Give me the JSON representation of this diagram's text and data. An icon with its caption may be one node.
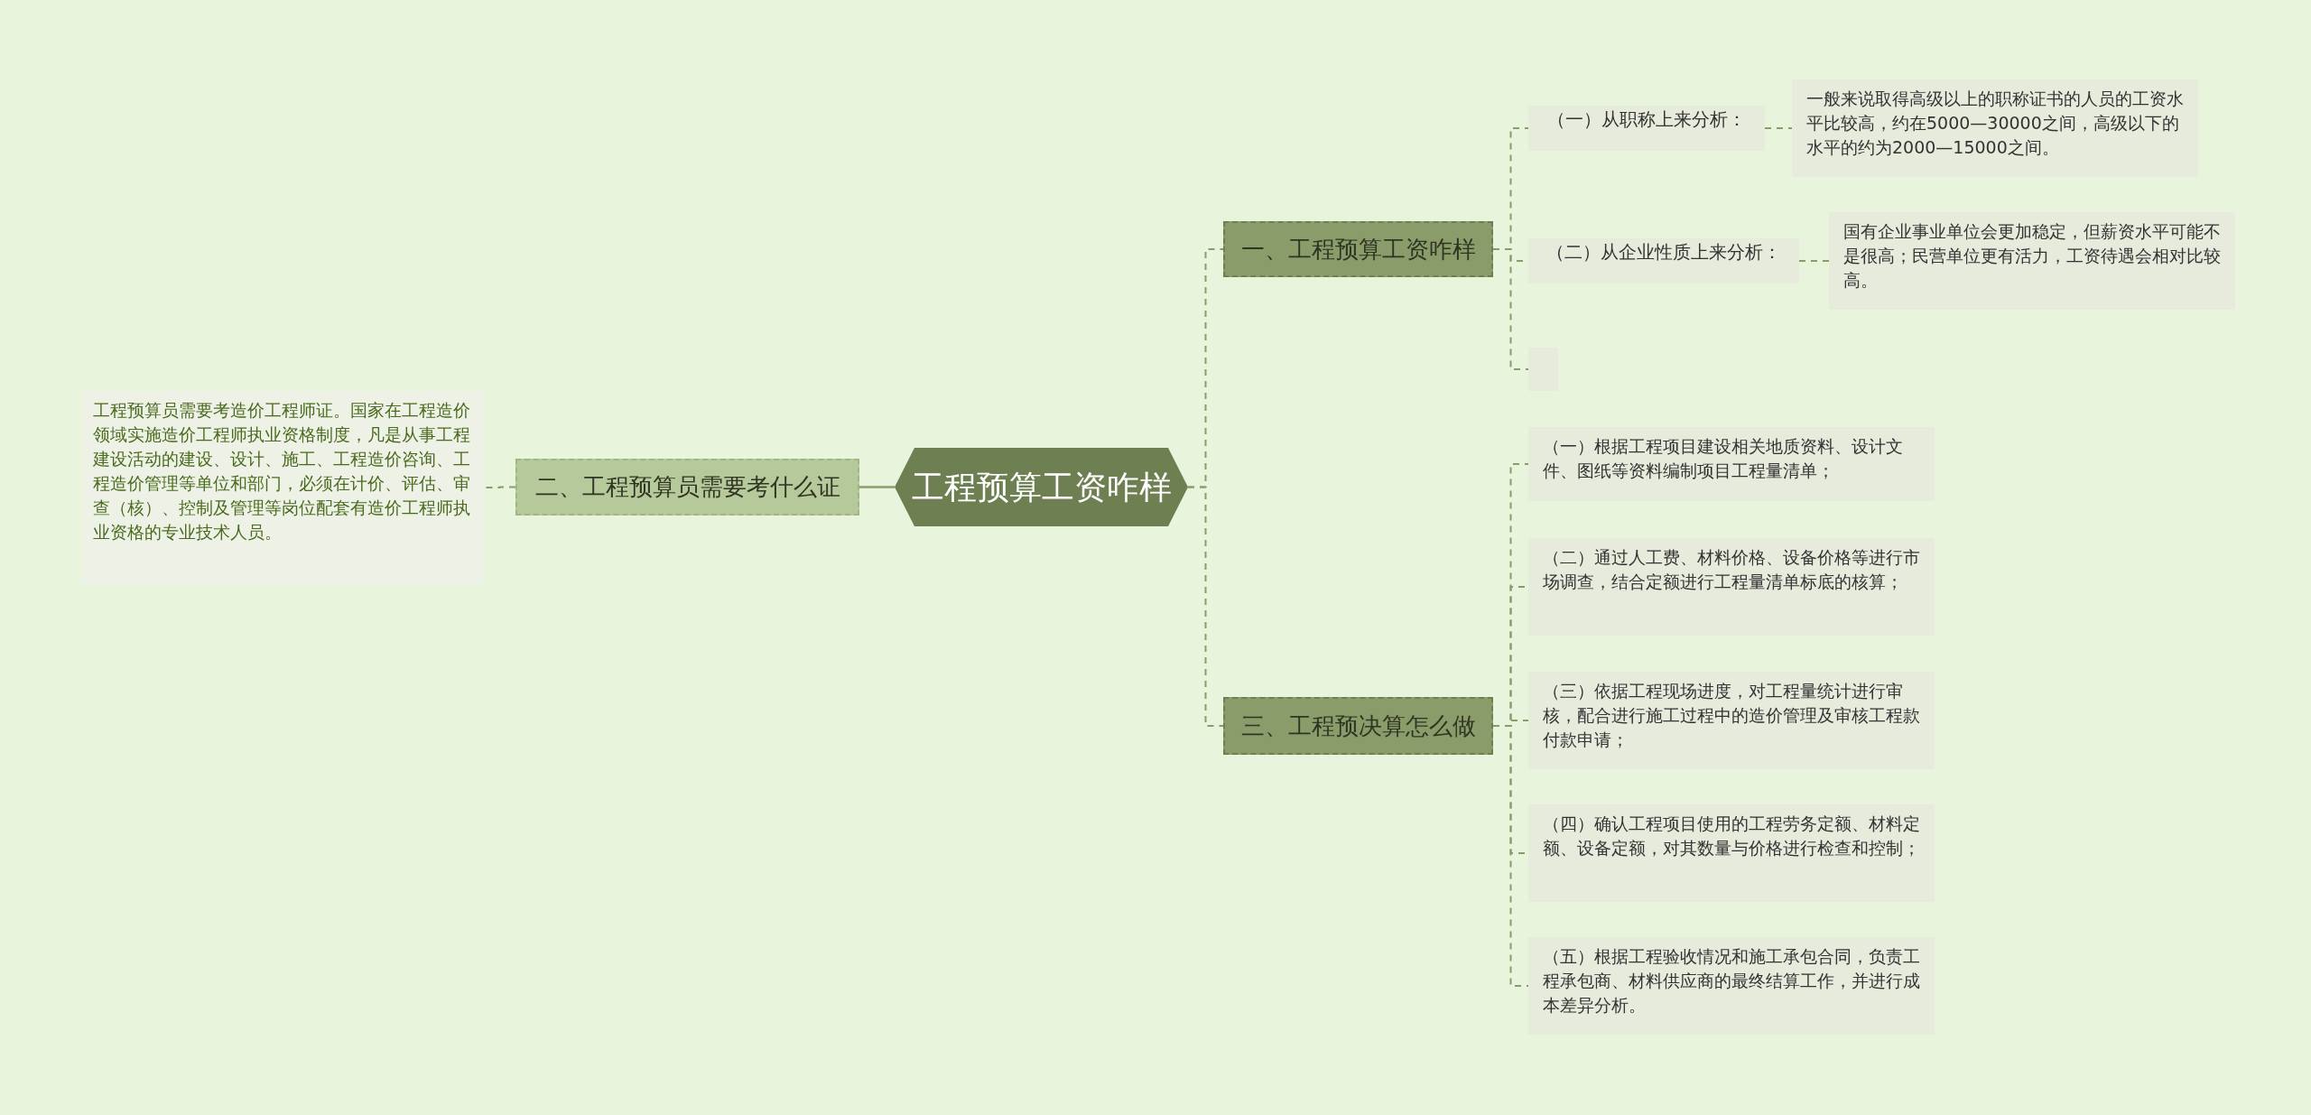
{
  "diagram": {
    "nodes": [
      {
        "text": [
          "工程预算工资咋样"
        ]
      },
      {
        "text": [
          "一、工程预算工资咋样"
        ]
      },
      {
        "text": [
          "（一）从职称上来分析："
        ]
      },
      {
        "text": [
          "一般来说取得高级以上的职称证书的人员的工资水平比较高，约在5000—30000之间，高级以下的水平的约为2000—15000之间。"
        ]
      },
      {
        "text": [
          "（二）从企业性质上来分析："
        ]
      },
      {
        "text": [
          "国有企业事业单位会更加稳定，但薪资水平可能不是很高；民营单位更有活力，工资待遇会相对比较高。"
        ]
      },
      {
        "text": [],
        "shape": "box"
      },
      {
        "text": [
          "三、工程预决算怎么做"
        ]
      },
      {
        "text": [
          "（一）根据工程项目建设相关地质资料、设计文件、图纸等资料编制项目工程量清单；"
        ]
      },
      {
        "text": [
          "（二）通过人工费、材料价格、设备价格等进行市场调查，结合定额进行工程量清单标底的核算；"
        ]
      },
      {
        "text": [
          "（三）依据工程现场进度，对工程量统计进行审核，配合进行施工过程中的造价管理及审核工程款付款申请；"
        ]
      },
      {
        "text": [
          "（四）确认工程项目使用的工程劳务定额、材料定额、设备定额，对其数量与价格进行检查和控制；"
        ]
      },
      {
        "text": [
          "（五）根据工程验收情况和施工承包合同，负责工程承包商、材料供应商的最终结算工作，并进行成本差异分析。"
        ]
      },
      {
        "text": [
          "二、工程预算员需要考什么证"
        ]
      },
      {
        "text": [
          "工程预算员需要考造价工程师证。国家在工程造价领域实施造价工程师执业资格制度，凡是从事工程建设活动的建设、设计、施工、工程造价咨询、工程造价管理等单位和部门，必须在计价、评估、审查（核）、控制及管理等岗位配套有造价工程师执业资格的专业技术人员。"
        ]
      }
    ],
    "edges": [
      {
        "from": 0,
        "to": 1,
        "arrow": "none",
        "style": "dashed"
      },
      {
        "from": 1,
        "to": 2,
        "arrow": "none",
        "style": "dashed"
      },
      {
        "from": 2,
        "to": 3,
        "arrow": "none",
        "style": "dashed"
      },
      {
        "from": 1,
        "to": 4,
        "arrow": "none",
        "style": "dashed"
      },
      {
        "from": 4,
        "to": 5,
        "arrow": "none",
        "style": "dashed"
      },
      {
        "from": 1,
        "to": 6,
        "arrow": "none",
        "style": "dashed"
      },
      {
        "from": 0,
        "to": 7,
        "arrow": "none",
        "style": "dashed"
      },
      {
        "from": 7,
        "to": 8,
        "arrow": "none",
        "style": "dashed"
      },
      {
        "from": 7,
        "to": 9,
        "arrow": "none",
        "style": "dashed"
      },
      {
        "from": 7,
        "to": 10,
        "arrow": "none",
        "style": "dashed"
      },
      {
        "from": 7,
        "to": 11,
        "arrow": "none",
        "style": "dashed"
      },
      {
        "from": 7,
        "to": 12,
        "arrow": "none",
        "style": "dashed"
      },
      {
        "from": 0,
        "to": 13,
        "arrow": "none"
      },
      {
        "from": 13,
        "to": 14,
        "arrow": "none",
        "style": "dashed"
      }
    ]
  }
}
